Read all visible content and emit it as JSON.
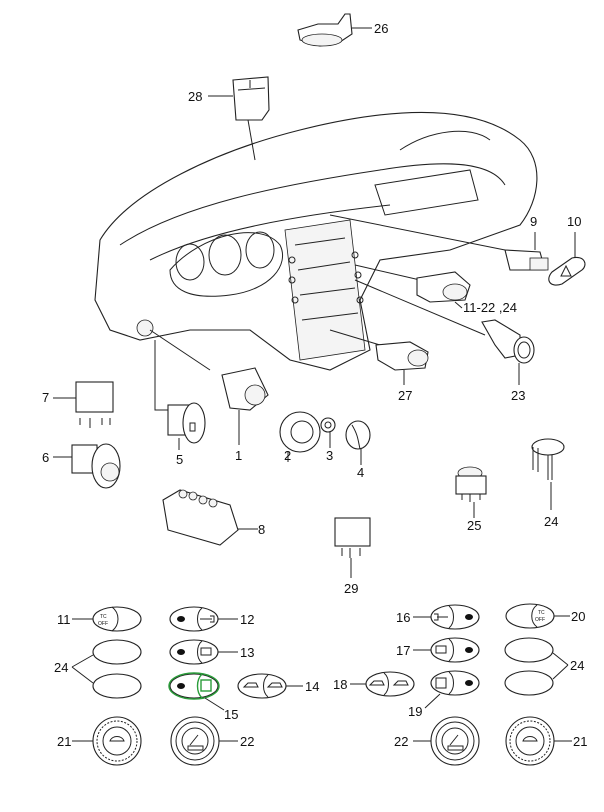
{
  "diagram": {
    "title": "",
    "highlight_color": "#2a9d3a",
    "callouts": {
      "p1": "1",
      "p2": "2",
      "p3": "3",
      "p4": "4",
      "p5": "5",
      "p6": "6",
      "p7": "7",
      "p8": "8",
      "p9": "9",
      "p10": "10",
      "p11_range": "11-22 ,24",
      "p23": "23",
      "p24_clip": "24",
      "p25": "25",
      "p26": "26",
      "p27": "27",
      "p28": "28",
      "p29": "29"
    },
    "switch_legend": {
      "left": {
        "s11": "11",
        "s12": "12",
        "s13": "13",
        "s14": "14",
        "s15": "15",
        "s24": "24",
        "s21": "21",
        "s22": "22"
      },
      "right": {
        "s16": "16",
        "s17": "17",
        "s18": "18",
        "s19": "19",
        "s20": "20",
        "s24": "24",
        "s22": "22",
        "s21": "21"
      },
      "tc_off_text_top": "TC",
      "tc_off_text_bottom": "OFF",
      "highlighted_item": "15"
    }
  }
}
